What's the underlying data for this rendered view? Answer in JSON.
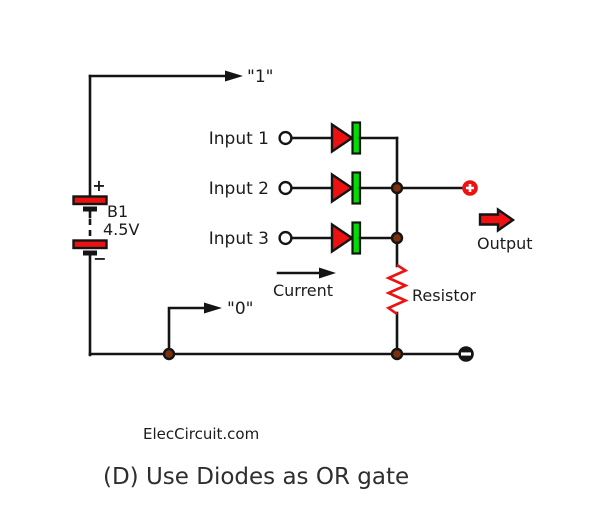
{
  "diagram": {
    "caption": "(D) Use Diodes as OR gate",
    "watermark": "ElecCircuit.com",
    "labels": {
      "logic_high": "\"1\"",
      "logic_low": "\"0\"",
      "current": "Current",
      "resistor": "Resistor",
      "output": "Output"
    },
    "inputs": [
      {
        "label": "Input 1"
      },
      {
        "label": "Input 2"
      },
      {
        "label": "Input 3"
      }
    ],
    "battery": {
      "name": "B1",
      "voltage": "4.5V",
      "plus_sign": "+",
      "minus_sign": "−"
    },
    "colors": {
      "red": "#ee1111",
      "green": "#00dd00",
      "junction_brown": "#7b2f0c",
      "wire_dark": "#141414",
      "terminal_white": "#ffffff",
      "background": "#ffffff"
    }
  }
}
